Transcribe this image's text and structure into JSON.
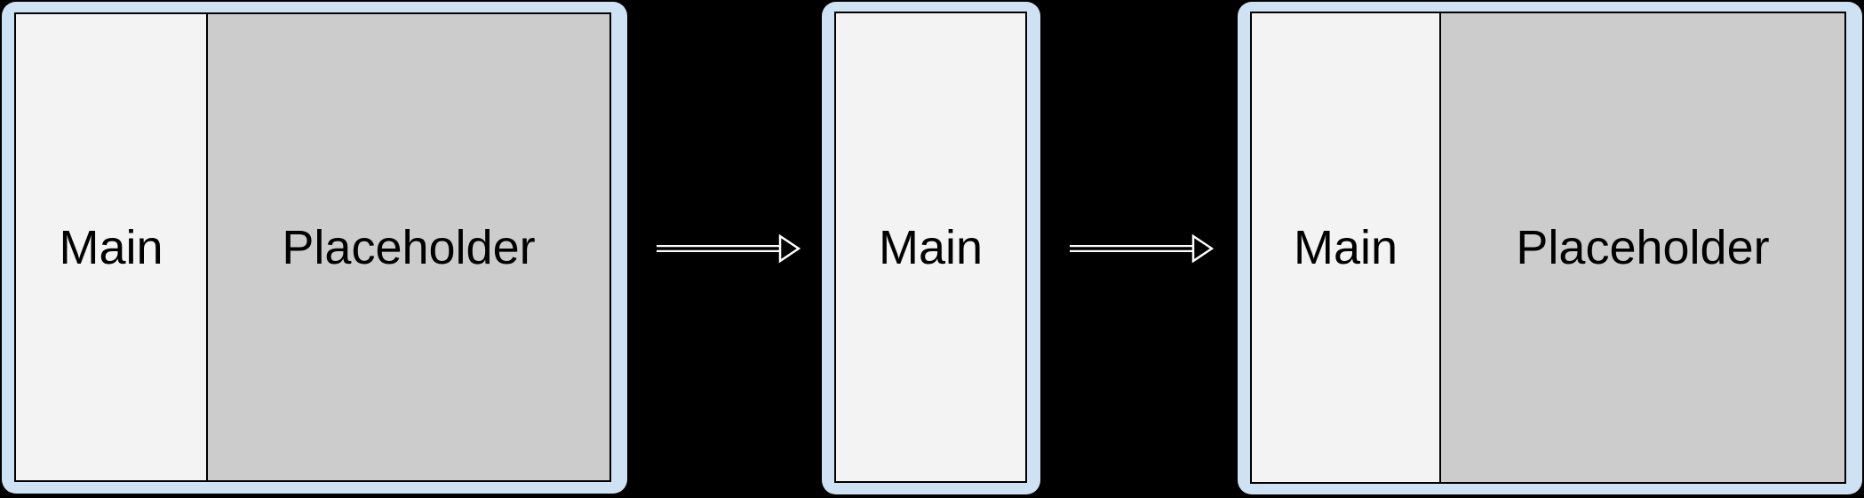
{
  "diagram": {
    "description": "layout transition diagram: two-pane, collapsed single pane, two-pane",
    "panels": [
      {
        "id": "two-pane-start",
        "sections": [
          {
            "label": "Main"
          },
          {
            "label": "Placeholder"
          }
        ]
      },
      {
        "id": "single-pane",
        "sections": [
          {
            "label": "Main"
          }
        ]
      },
      {
        "id": "two-pane-end",
        "sections": [
          {
            "label": "Main"
          },
          {
            "label": "Placeholder"
          }
        ]
      }
    ],
    "arrows": [
      {
        "id": "arrow-1",
        "direction": "right"
      },
      {
        "id": "arrow-2",
        "direction": "right"
      }
    ]
  },
  "colors": {
    "background": "#000000",
    "panel_fill": "#cfe2f3",
    "main_fill": "#f3f3f3",
    "placeholder_fill": "#cccccc",
    "border": "#000000",
    "arrow_outline": "#ffffff"
  }
}
